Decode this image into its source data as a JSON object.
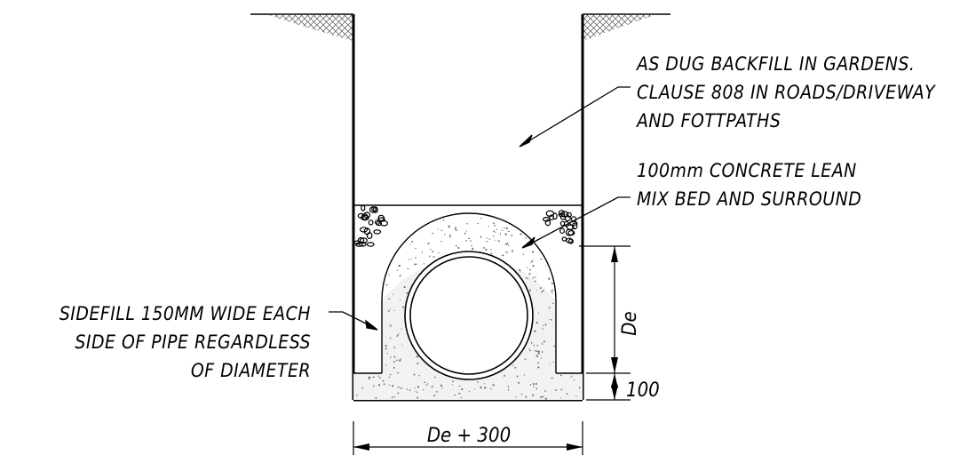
{
  "notes": {
    "backfill": [
      "AS DUG BACKFILL IN GARDENS.",
      "CLAUSE 808 IN ROADS/DRIVEWAY",
      "AND FOTTPATHS"
    ],
    "concrete": [
      "100mm CONCRETE LEAN",
      "MIX BED AND SURROUND"
    ],
    "sidefill": [
      "SIDEFILL 150MM WIDE EACH",
      "SIDE OF PIPE REGARDLESS",
      "OF DIAMETER"
    ]
  },
  "dimensions": {
    "pipe_height": "De",
    "bed_thickness": "100",
    "trench_width": "De + 300"
  }
}
